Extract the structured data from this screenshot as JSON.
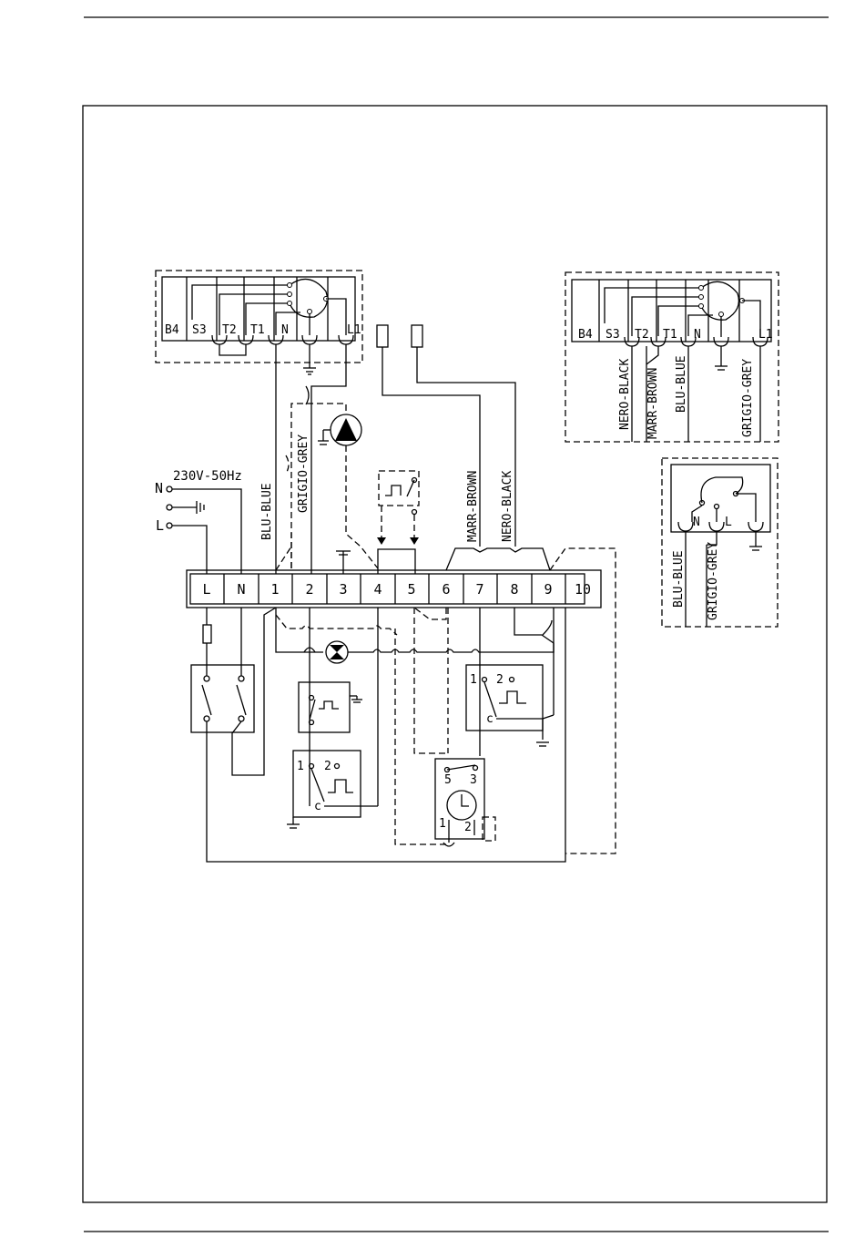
{
  "supply": {
    "label": "230V-50Hz",
    "neutral": "N",
    "live": "L"
  },
  "terminals": [
    "L",
    "N",
    "1",
    "2",
    "3",
    "4",
    "5",
    "6",
    "7",
    "8",
    "9",
    "10"
  ],
  "selector_left": [
    "B4",
    "S3",
    "T2",
    "T1",
    "N",
    "L1"
  ],
  "selector_right": [
    "B4",
    "S3",
    "T2",
    "T1",
    "N",
    "L1"
  ],
  "wire_labels": {
    "blu": "BLU-BLUE",
    "grigio": "GRIGIO-GREY",
    "marr": "MARR-BROWN",
    "nero": "NERO-BLACK"
  },
  "right_box_wires": [
    "NERO-BLACK",
    "MARR-BROWN",
    "BLU-BLUE",
    "GRIGIO-GREY"
  ],
  "motor_box": {
    "pins": [
      "N",
      "L"
    ],
    "wires": [
      "BLU-BLUE",
      "GRIGIO-GREY"
    ]
  },
  "thermostat_contacts": {
    "one": "1",
    "two": "2",
    "common": "c"
  },
  "timer_contacts": [
    "5",
    "3",
    "1",
    "2"
  ]
}
